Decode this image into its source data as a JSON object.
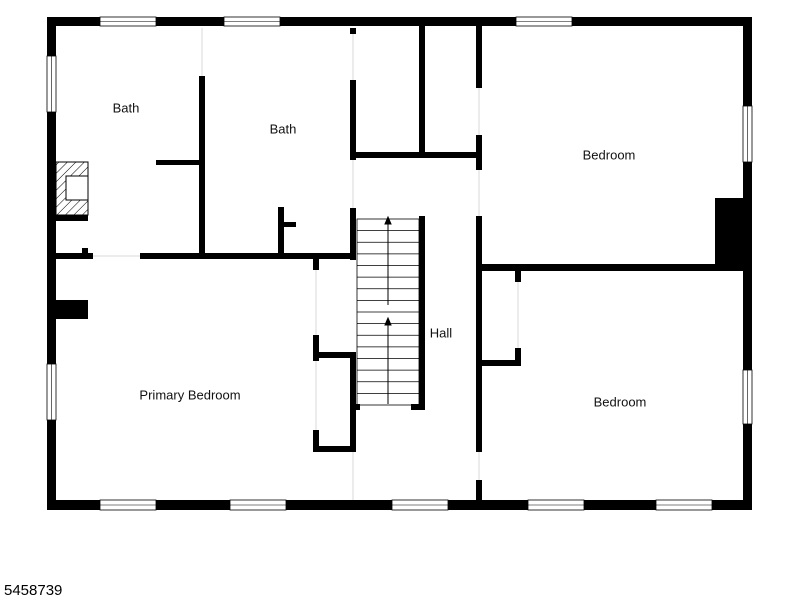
{
  "floorplan": {
    "rooms": {
      "bath_left": "Bath",
      "bath_center": "Bath",
      "bedroom_upper_right": "Bedroom",
      "bedroom_lower_right": "Bedroom",
      "primary_bedroom": "Primary Bedroom",
      "hall": "Hall"
    },
    "listing_number": "5458739",
    "colors": {
      "wall": "#000000",
      "window": "#ffffff",
      "background": "#ffffff"
    }
  }
}
